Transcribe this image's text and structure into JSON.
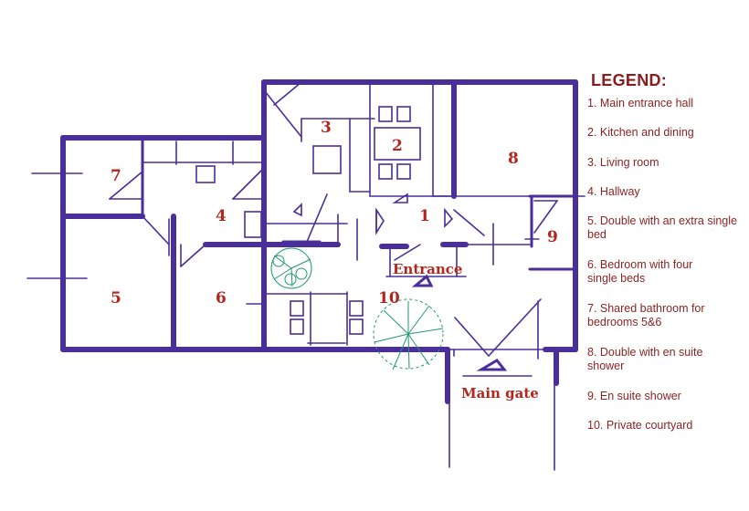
{
  "legend": {
    "title": "LEGEND:",
    "items": [
      {
        "num": "1",
        "text": "1. Main entrance hall"
      },
      {
        "num": "2",
        "text": "2. Kitchen and dining"
      },
      {
        "num": "3",
        "text": "3. Living room"
      },
      {
        "num": "4",
        "text": "4. Hallway"
      },
      {
        "num": "5",
        "text": "5. Double with an extra single bed"
      },
      {
        "num": "6",
        "text": "6. Bedroom with four single beds"
      },
      {
        "num": "7",
        "text": "7. Shared bathroom for bedrooms 5&6"
      },
      {
        "num": "8",
        "text": "8. Double with en suite shower"
      },
      {
        "num": "9",
        "text": "9. En suite shower"
      },
      {
        "num": "10",
        "text": "10. Private courtyard"
      }
    ]
  },
  "rooms": {
    "r1": "1",
    "r2": "2",
    "r3": "3",
    "r4": "4",
    "r5": "5",
    "r6": "6",
    "r7": "7",
    "r8": "8",
    "r9": "9",
    "r10": "10"
  },
  "labels": {
    "entrance": "Entrance",
    "main_gate": "Main gate"
  },
  "colors": {
    "walls": "#4a2e9a",
    "labels": "#b3261e",
    "legend_text": "#8b2323",
    "trees": "#1f9a6b"
  }
}
